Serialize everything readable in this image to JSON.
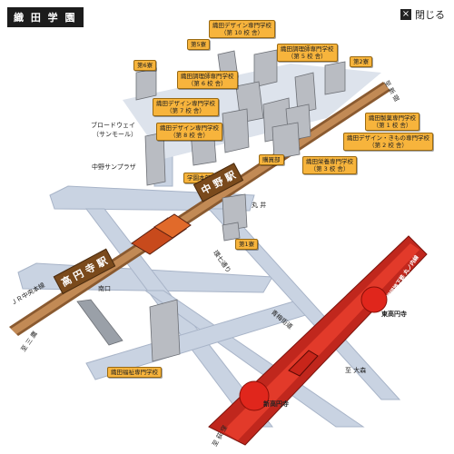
{
  "header": {
    "title": "織 田 学 園",
    "close_label": "閉じる",
    "close_icon": "close-icon"
  },
  "map": {
    "schools": [
      {
        "id": "design10",
        "lines": [
          "織田デザイン専門学校",
          "（第 10 校 舎）"
        ]
      },
      {
        "id": "chori5",
        "lines": [
          "織田調理師専門学校",
          "（第 5 校 舎）"
        ]
      },
      {
        "id": "design7",
        "lines": [
          "織田デザイン専門学校",
          "（第 7 校 舎）"
        ]
      },
      {
        "id": "chori6",
        "lines": [
          "織田調理師専門学校",
          "（第 6 校 舎）"
        ]
      },
      {
        "id": "design8",
        "lines": [
          "織田デザイン専門学校",
          "（第 8 校 舎）"
        ]
      },
      {
        "id": "seika1",
        "lines": [
          "織田製菓専門学校",
          "（第 1 校 舎）"
        ]
      },
      {
        "id": "kimono2",
        "lines": [
          "織田デザイン・きもの専門学校",
          "（第 2 校 舎）"
        ]
      },
      {
        "id": "eiyo3",
        "lines": [
          "織田栄養専門学校",
          "（第 3 校 舎）"
        ]
      },
      {
        "id": "fukushi",
        "lines": [
          "織田福祉専門学校"
        ]
      }
    ],
    "small_tags": {
      "b5": "第5寮",
      "b6": "第6寮",
      "b2": "第2寮",
      "b1": "第1寮",
      "honbu": "学園本部",
      "kojinsha": "購買部"
    },
    "stations": {
      "nakano": "中 野 駅",
      "koenji": "高 円 寺 駅"
    },
    "subway": {
      "line": "営団地下鉄 丸ノ内線",
      "east": "東高円寺",
      "shin": "新高円寺"
    },
    "places": {
      "broadway1": "ブロードウェイ",
      "broadway2": "（サンモール）",
      "sunplaza": "中野サンプラザ",
      "marui": "丸 井",
      "kannana": "環七通り",
      "omekaido": "青梅街道",
      "jr": "ＪＲ中央本線",
      "minamiguchi": "南口",
      "to_shinjuku": "至 新 宿",
      "to_mitaka": "至 三 鷹",
      "to_omori": "至 大森",
      "to_ogikubo": "至 荻 窪"
    }
  }
}
